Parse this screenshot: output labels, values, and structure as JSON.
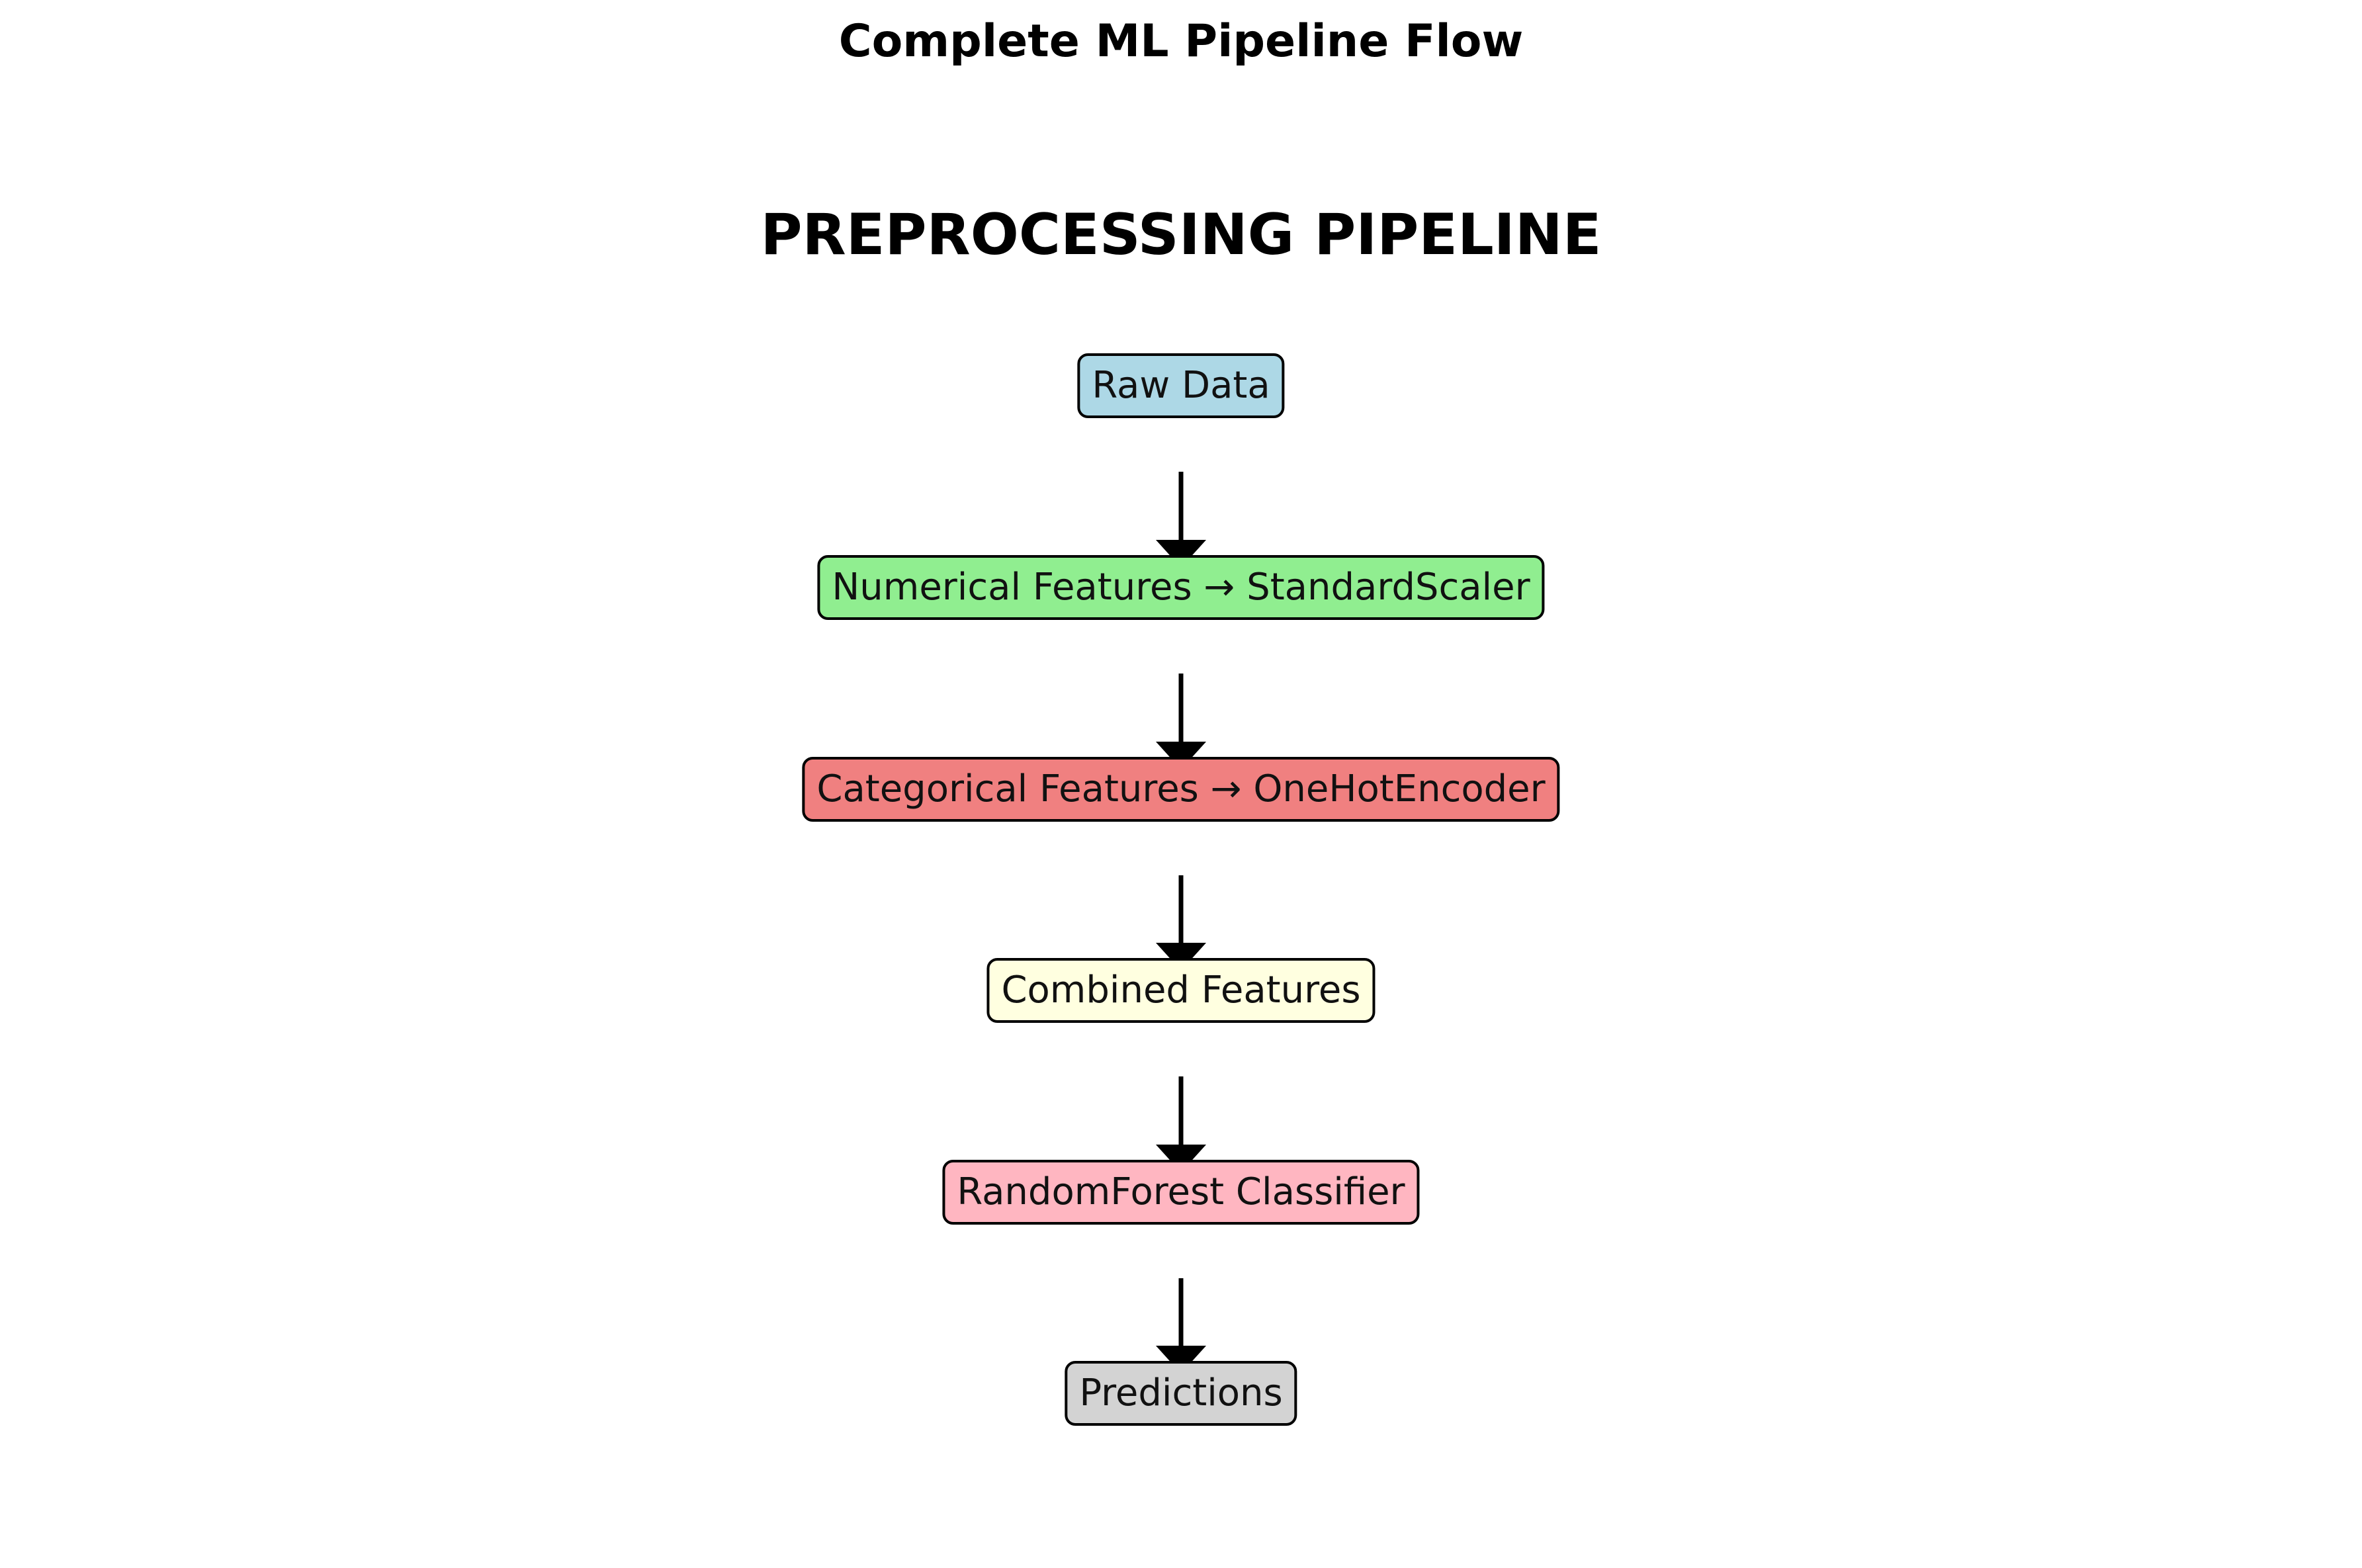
{
  "title": "Complete ML Pipeline Flow",
  "section_title": "PREPROCESSING PIPELINE",
  "nodes": [
    {
      "label": "Raw Data",
      "color": "#add8e6"
    },
    {
      "label": "Numerical Features → StandardScaler",
      "color": "#90ee90"
    },
    {
      "label": "Categorical Features → OneHotEncoder",
      "color": "#f08080"
    },
    {
      "label": "Combined Features",
      "color": "#ffffe0"
    },
    {
      "label": "RandomForest Classifier",
      "color": "#ffb6c1"
    },
    {
      "label": "Predictions",
      "color": "#d3d3d3"
    }
  ],
  "edges": [
    {
      "from": 0,
      "to": 1
    },
    {
      "from": 1,
      "to": 2
    },
    {
      "from": 2,
      "to": 3
    },
    {
      "from": 3,
      "to": 4
    },
    {
      "from": 4,
      "to": 5
    }
  ]
}
